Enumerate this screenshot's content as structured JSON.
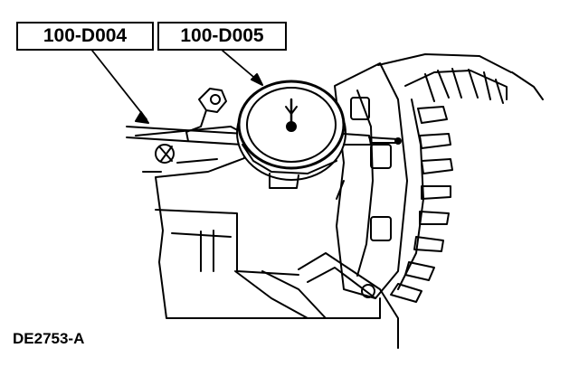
{
  "labels": {
    "tool_a": "100-D004",
    "tool_b": "100-D005"
  },
  "figure_id": "DE2753-A",
  "colors": {
    "ink": "#000000",
    "paper": "#ffffff"
  },
  "icons": [
    "dial-indicator-icon",
    "magnetic-base-icon",
    "ring-gear-icon"
  ]
}
